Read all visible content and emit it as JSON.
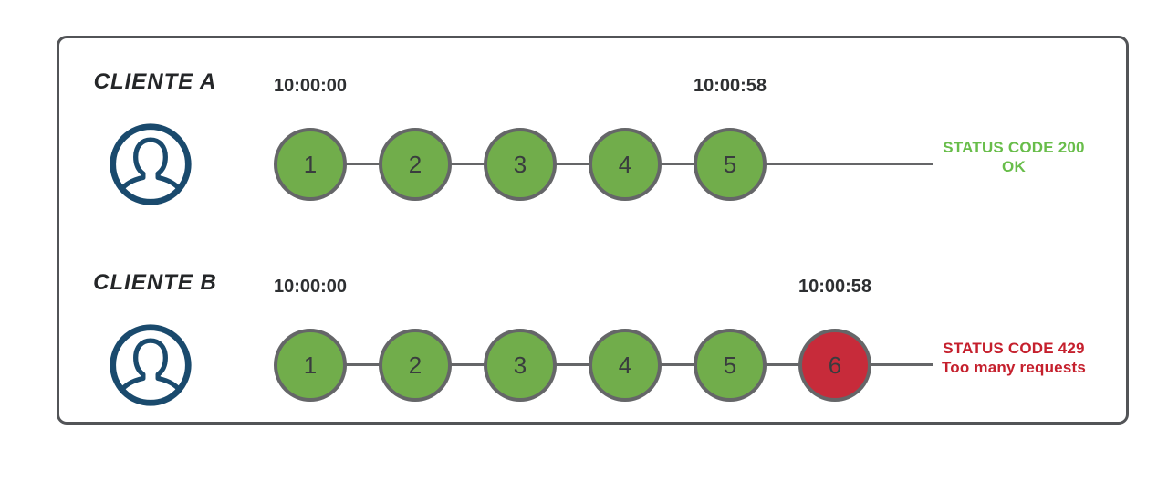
{
  "colors": {
    "ok": "#71ad4b",
    "error": "#c72b3a",
    "stroke_gray": "#656668",
    "box_border": "#525457",
    "icon_navy": "#1a4a6d",
    "status_ok_text": "#68bd4a",
    "status_error_text": "#c5202d"
  },
  "rows": [
    {
      "client_label": "CLIENTE A",
      "avatar_icon": "user-in-circle-icon",
      "start_time": "10:00:00",
      "end_time": "10:00:58",
      "requests": [
        {
          "label": "1",
          "status": "ok"
        },
        {
          "label": "2",
          "status": "ok"
        },
        {
          "label": "3",
          "status": "ok"
        },
        {
          "label": "4",
          "status": "ok"
        },
        {
          "label": "5",
          "status": "ok"
        }
      ],
      "status": {
        "kind": "ok",
        "line1": "STATUS CODE 200",
        "line2": "OK"
      }
    },
    {
      "client_label": "CLIENTE B",
      "avatar_icon": "user-in-circle-icon",
      "start_time": "10:00:00",
      "end_time": "10:00:58",
      "requests": [
        {
          "label": "1",
          "status": "ok"
        },
        {
          "label": "2",
          "status": "ok"
        },
        {
          "label": "3",
          "status": "ok"
        },
        {
          "label": "4",
          "status": "ok"
        },
        {
          "label": "5",
          "status": "ok"
        },
        {
          "label": "6",
          "status": "error"
        }
      ],
      "status": {
        "kind": "error",
        "line1": "STATUS CODE 429",
        "line2": "Too many requests"
      }
    }
  ]
}
